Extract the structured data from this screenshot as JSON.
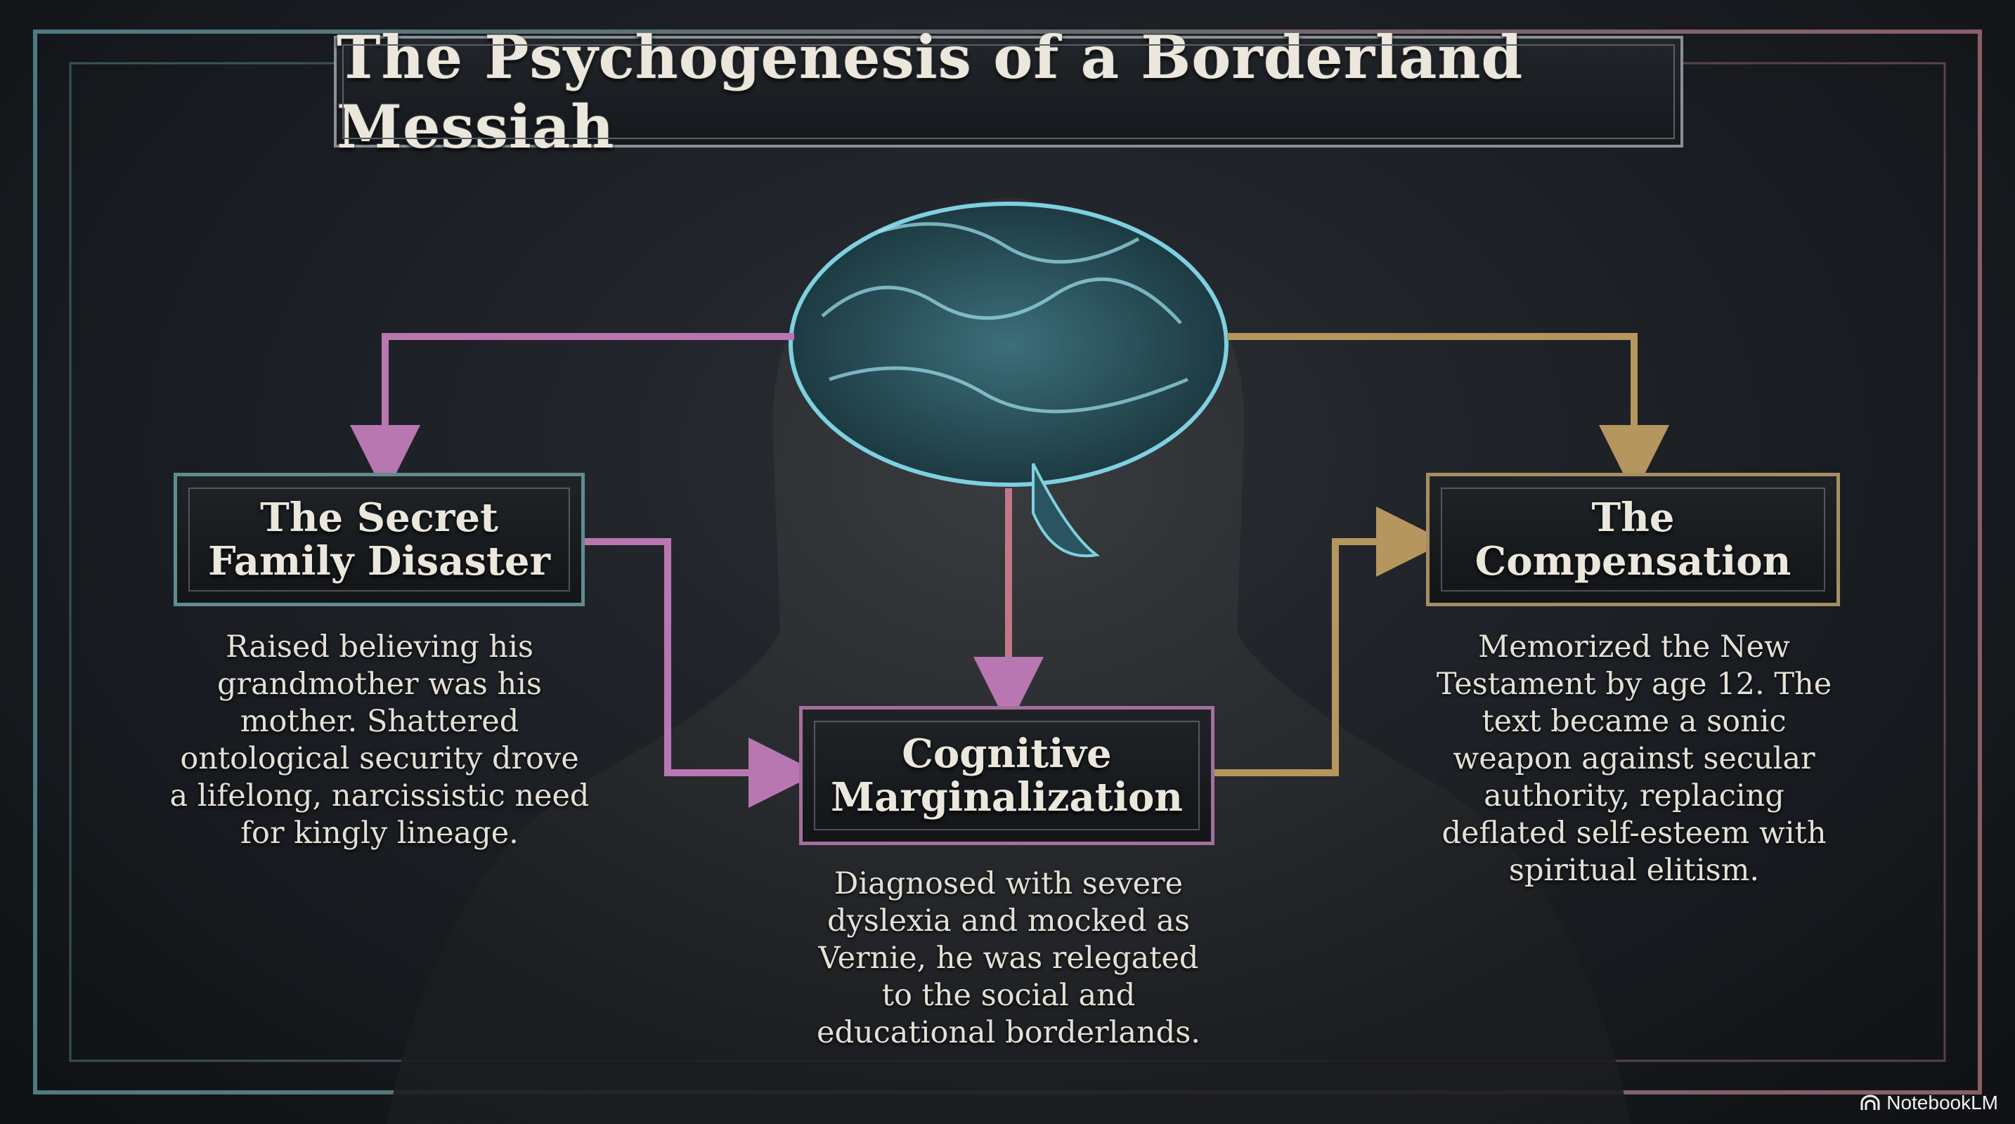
{
  "title": "The Psychogenesis of a Borderland Messiah",
  "nodes": {
    "left": {
      "title_line1": "The Secret",
      "title_line2": "Family Disaster",
      "body": [
        "Raised believing his",
        "grandmother was his",
        "mother. Shattered",
        "ontological security drove",
        "a lifelong, narcissistic need",
        "for kingly lineage."
      ]
    },
    "center": {
      "title_line1": "Cognitive",
      "title_line2": "Marginalization",
      "body": [
        "Diagnosed with severe",
        "dyslexia and mocked as",
        "Vernie, he was relegated",
        "to the social and",
        "educational borderlands."
      ]
    },
    "right": {
      "title_line1": "The",
      "title_line2": "Compensation",
      "body": [
        "Memorized the New",
        "Testament by age 12. The",
        "text became a sonic",
        "weapon against secular",
        "authority, replacing",
        "deflated self-esteem with",
        "spiritual elitism."
      ]
    }
  },
  "watermark": "NotebookLM",
  "colors": {
    "teal": "#5f8c91",
    "pink": "#b877b0",
    "gold": "#b4965e",
    "brain": "#7fd0e0"
  }
}
